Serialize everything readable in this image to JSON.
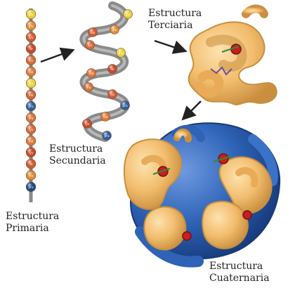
{
  "labels": {
    "primaria": {
      "line1": "Estructura",
      "line2": "Primaria"
    },
    "secundaria": {
      "line1": "Estructura",
      "line2": "Secundaria"
    },
    "terciaria": {
      "line1": "Estructura",
      "line2": "Terciaria"
    },
    "cuaternaria": {
      "line1": "Estructura",
      "line2": "Cuaternaria"
    }
  },
  "residues": {
    "primary": [
      {
        "code": "gly",
        "color": "#e8cf3a"
      },
      {
        "code": "glu",
        "color": "#e08c3a"
      },
      {
        "code": "lys",
        "color": "#d35a34"
      },
      {
        "code": "ile",
        "color": "#c94a2e"
      },
      {
        "code": "lys",
        "color": "#d96a3a"
      },
      {
        "code": "val",
        "color": "#e07a3c"
      },
      {
        "code": "gly",
        "color": "#e8d23c"
      },
      {
        "code": "val",
        "color": "#d7643a"
      },
      {
        "code": "pro",
        "color": "#2f5f9e"
      },
      {
        "code": "ala",
        "color": "#d9753a"
      },
      {
        "code": "lys",
        "color": "#d96a3a"
      },
      {
        "code": "val",
        "color": "#e07a3c"
      },
      {
        "code": "lys",
        "color": "#c94a2e"
      },
      {
        "code": "ile",
        "color": "#d35a34"
      },
      {
        "code": "ala",
        "color": "#e08c3a"
      },
      {
        "code": "pro",
        "color": "#1f4a86"
      }
    ],
    "helix": [
      {
        "code": "gly",
        "color": "#e8cf3a"
      },
      {
        "code": "glu",
        "color": "#e08c3a"
      },
      {
        "code": "val",
        "color": "#d35a34"
      },
      {
        "code": "lys",
        "color": "#d96a3a"
      },
      {
        "code": "gly",
        "color": "#e8d23c"
      },
      {
        "code": "ile",
        "color": "#c94a2e"
      },
      {
        "code": "val",
        "color": "#e07a3c"
      },
      {
        "code": "ala",
        "color": "#d9753a"
      },
      {
        "code": "lys",
        "color": "#d35a34"
      },
      {
        "code": "pro",
        "color": "#2f5f9e"
      },
      {
        "code": "val",
        "color": "#e07a3c"
      },
      {
        "code": "lys",
        "color": "#c94a2e"
      },
      {
        "code": "pro",
        "color": "#2f5f9e"
      }
    ]
  },
  "colors": {
    "strand": "#8a8a8a",
    "tube_tan": "#f2bd6e",
    "tube_tan_shade": "#c98f3f",
    "tube_blue": "#2e63b7",
    "tube_blue_shade": "#1b3f80",
    "heme_red": "#c81e1e",
    "arrow": "#222222"
  }
}
